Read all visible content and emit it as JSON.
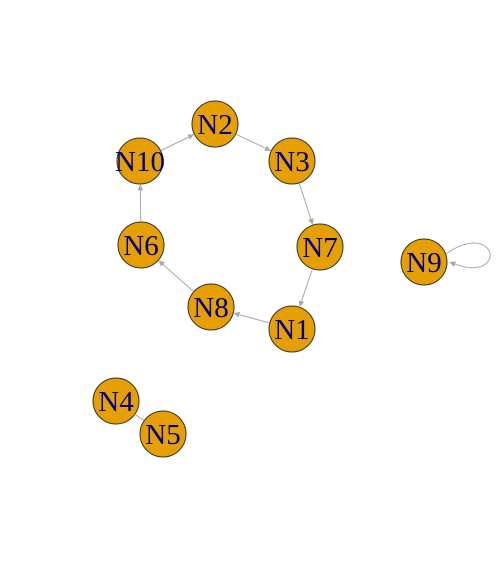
{
  "graph": {
    "node_fill": "#E69F00",
    "node_border": "#333333",
    "label_color": "#00008B",
    "edge_color": "#AAAAAA",
    "nodes": [
      {
        "id": "N1",
        "label": "N1"
      },
      {
        "id": "N2",
        "label": "N2"
      },
      {
        "id": "N3",
        "label": "N3"
      },
      {
        "id": "N4",
        "label": "N4"
      },
      {
        "id": "N5",
        "label": "N5"
      },
      {
        "id": "N6",
        "label": "N6"
      },
      {
        "id": "N7",
        "label": "N7"
      },
      {
        "id": "N8",
        "label": "N8"
      },
      {
        "id": "N9",
        "label": "N9"
      },
      {
        "id": "N10",
        "label": "N10"
      }
    ],
    "edges": [
      {
        "from": "N2",
        "to": "N3",
        "directed": true
      },
      {
        "from": "N3",
        "to": "N7",
        "directed": true
      },
      {
        "from": "N7",
        "to": "N1",
        "directed": true
      },
      {
        "from": "N1",
        "to": "N8",
        "directed": true
      },
      {
        "from": "N8",
        "to": "N6",
        "directed": true
      },
      {
        "from": "N6",
        "to": "N10",
        "directed": true
      },
      {
        "from": "N10",
        "to": "N2",
        "directed": true
      },
      {
        "from": "N9",
        "to": "N9",
        "directed": true
      },
      {
        "from": "N4",
        "to": "N5",
        "directed": false
      }
    ]
  }
}
